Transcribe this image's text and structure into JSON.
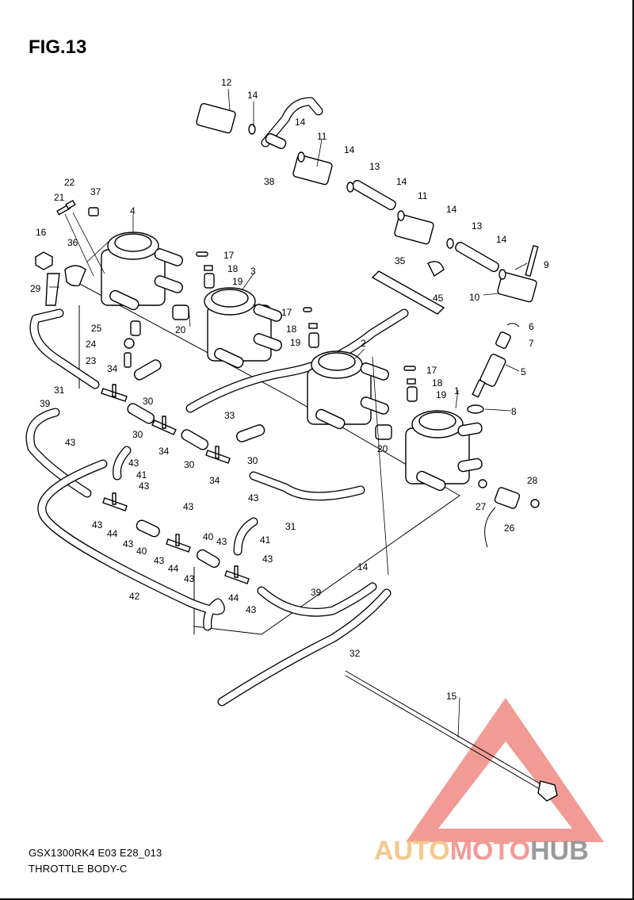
{
  "figure_title": "FIG.13",
  "model_code": "GSX1300RK4 E03 E28_013",
  "section_name": "THROTTLE BODY-C",
  "watermark": {
    "left": "AUTO",
    "middle": "MOTO",
    "right": "HUB",
    "color_orange": "#f7c88a",
    "color_red": "#f29b96",
    "color_gray": "#9a9a9a"
  },
  "callouts": {
    "c1": "1",
    "c2": "2",
    "c3": "3",
    "c4": "4",
    "c5": "5",
    "c6": "6",
    "c7": "7",
    "c8": "8",
    "c9": "9",
    "c10": "10",
    "c11a": "11",
    "c11b": "11",
    "c12": "12",
    "c13a": "13",
    "c13b": "13",
    "c14a": "14",
    "c14b": "14",
    "c14c": "14",
    "c14d": "14",
    "c14e": "14",
    "c14f": "14",
    "c14g": "14",
    "c15": "15",
    "c16": "16",
    "c17a": "17",
    "c17b": "17",
    "c17c": "17",
    "c18a": "18",
    "c18b": "18",
    "c18c": "18",
    "c19a": "19",
    "c19b": "19",
    "c19c": "19",
    "c20a": "20",
    "c20b": "20",
    "c21": "21",
    "c22": "22",
    "c23": "23",
    "c24": "24",
    "c25": "25",
    "c26": "26",
    "c27": "27",
    "c28": "28",
    "c29": "29",
    "c30a": "30",
    "c30b": "30",
    "c30c": "30",
    "c30d": "30",
    "c31a": "31",
    "c31b": "31",
    "c32": "32",
    "c33": "33",
    "c34a": "34",
    "c34b": "34",
    "c34c": "34",
    "c35": "35",
    "c36": "36",
    "c37": "37",
    "c38": "38",
    "c39a": "39",
    "c39b": "39",
    "c40a": "40",
    "c40b": "40",
    "c41a": "41",
    "c41b": "41",
    "c42": "42",
    "c43a": "43",
    "c43b": "43",
    "c43c": "43",
    "c43d": "43",
    "c43e": "43",
    "c43f": "43",
    "c43g": "43",
    "c43h": "43",
    "c43i": "43",
    "c43j": "43",
    "c43k": "43",
    "c43l": "43",
    "c44a": "44",
    "c44b": "44",
    "c44c": "44",
    "c45": "45"
  }
}
